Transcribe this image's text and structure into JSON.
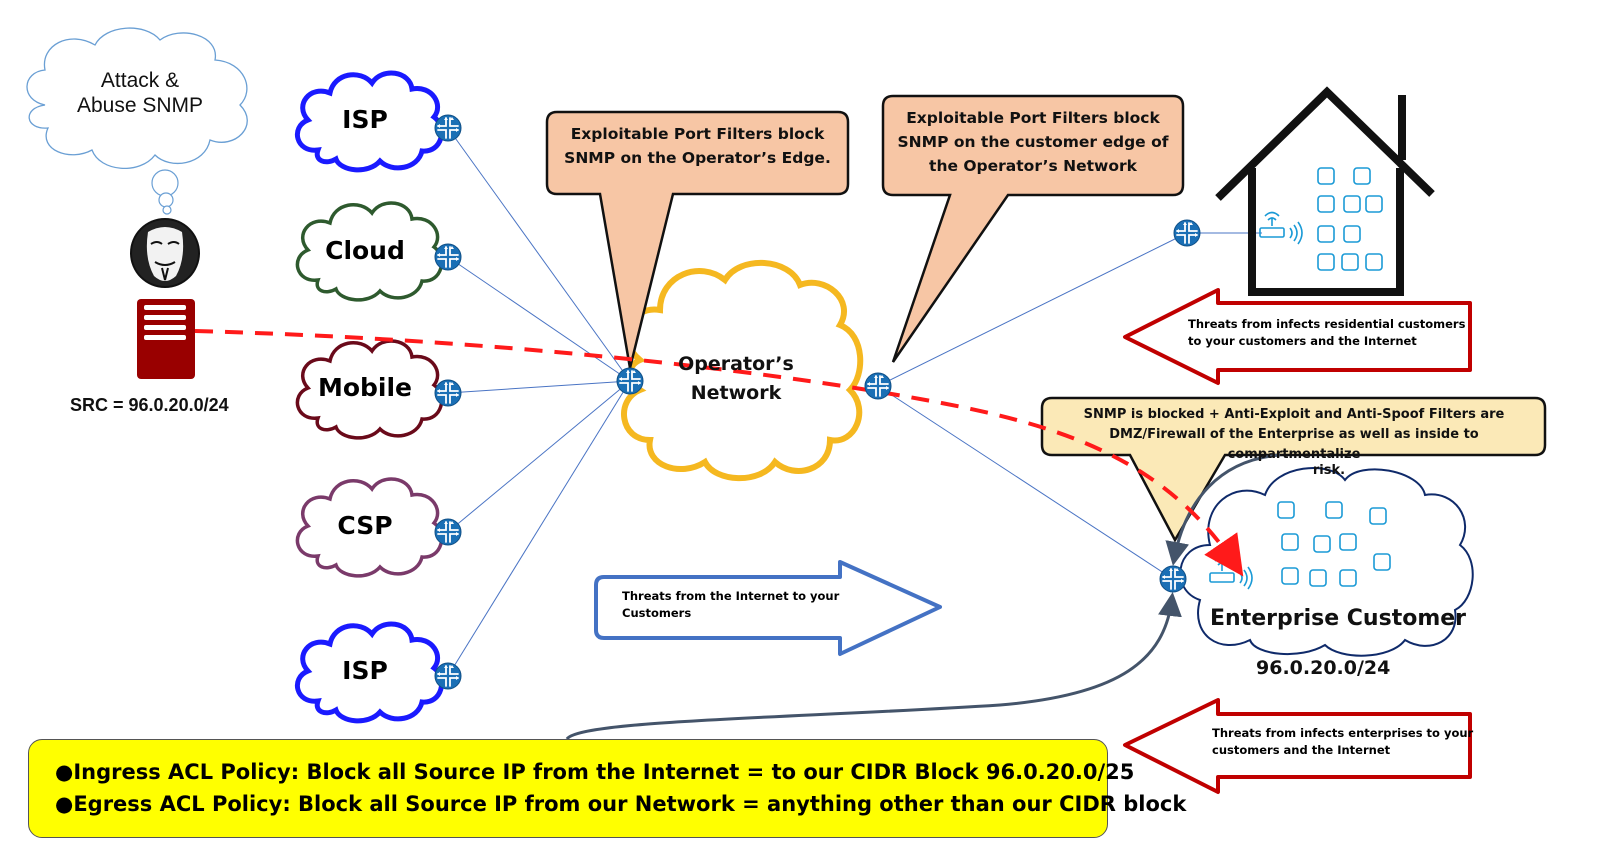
{
  "thought_bubble": {
    "text_line1": "Attack &",
    "text_line2": "Abuse SNMP"
  },
  "attacker": {
    "icon": "anonymous-mask-icon",
    "server_icon": "server-icon",
    "src_label": "SRC = 96.0.20.0/24"
  },
  "peer_clouds": [
    {
      "label": "ISP",
      "color": "#1a1aff"
    },
    {
      "label": "Cloud",
      "color": "#2e5a2e"
    },
    {
      "label": "Mobile",
      "color": "#6a0a1a"
    },
    {
      "label": "CSP",
      "color": "#7a3a6a"
    },
    {
      "label": "ISP",
      "color": "#1a1aff"
    }
  ],
  "operator_cloud": {
    "line1": "Operator’s",
    "line2": "Network",
    "color": "#f5b820"
  },
  "callouts": {
    "operator_edge": {
      "line1": "Exploitable Port Filters block",
      "line2": "SNMP on the Operator’s Edge.",
      "fill": "#f7c6a5"
    },
    "customer_edge": {
      "line1": "Exploitable Port Filters block",
      "line2": "SNMP on the customer edge of",
      "line3": "the Operator’s Network",
      "fill": "#f7c6a5"
    },
    "enterprise": {
      "line1": "SNMP is blocked + Anti-Exploit and Anti-Spoof Filters are",
      "line2": "DMZ/Firewall of the Enterprise as well as inside to compartmentalize",
      "line3": "risk.",
      "fill": "#fbe9b7"
    }
  },
  "threat_arrows": {
    "residential": {
      "line1": "Threats from infects residential customers",
      "line2": "to your customers and the Internet",
      "color": "#c00000"
    },
    "internet": {
      "line1": "Threats from the Internet to your",
      "line2": "Customers",
      "color": "#4472c4"
    },
    "enterprise": {
      "line1": "Threats from infects enterprises to your",
      "line2": "customers and the Internet",
      "color": "#c00000"
    }
  },
  "residential": {
    "icon": "house-icon",
    "device_icons": [
      "video-camera-icon",
      "picture-icon",
      "person-glasses-icon",
      "apple-icon",
      "phone-icon",
      "person-icon",
      "tv-icon",
      "music-player-icon",
      "speaker-icon",
      "smartwatch-icon"
    ],
    "router_icon": "wifi-router-icon"
  },
  "enterprise": {
    "label": "Enterprise Customer",
    "cidr": "96.0.20.0/24",
    "router_icon": "wifi-router-icon"
  },
  "policy": {
    "ingress": "●Ingress ACL Policy: Block all Source IP from the Internet = to our CIDR Block 96.0.20.0/25",
    "egress": "●Egress ACL Policy: Block all Source IP from our Network = anything other than our CIDR block",
    "fill": "#ffff00"
  },
  "attack_path_color": "#ff1a1a",
  "router_color": "#1a6fb5"
}
